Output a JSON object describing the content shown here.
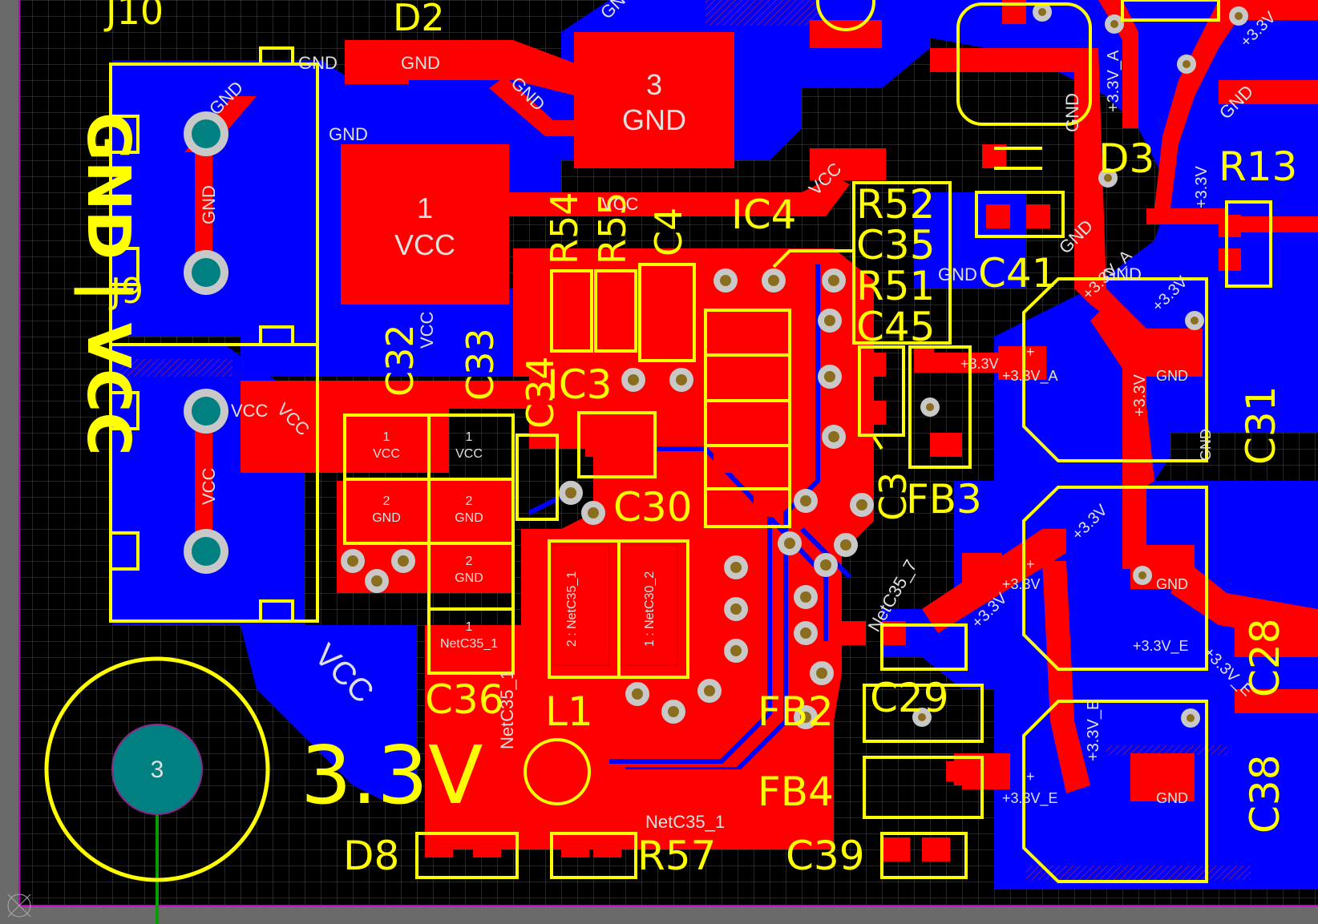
{
  "colors": {
    "background": "#000000",
    "grid": "#4a4a4a",
    "bottom_copper": "#0000ff",
    "top_copper": "#ff0000",
    "silkscreen": "#ffff00",
    "via_ring": "#c8c8c8",
    "via_hole": "#8a6d1e",
    "tht_pad": "#008080",
    "board_edge": "#c800c8",
    "outline_grey": "#808080"
  },
  "silk_labels": {
    "j10": "J10",
    "d2": "D2",
    "j9": "J9",
    "gnd_vcc_vertical": "GND | VCC",
    "r54": "R54",
    "r55": "R55",
    "c4": "C4",
    "ic4": "IC4",
    "r52": "R52",
    "c35": "C35",
    "r51": "R51",
    "c45": "C45",
    "c41": "C41",
    "d3": "D3",
    "r13": "R13",
    "c32": "C32",
    "c33": "C33",
    "c34": "C34",
    "ic3": "IC3",
    "c30": "C30",
    "c3": "C3",
    "fb3": "FB3",
    "c31": "C31",
    "c36": "C36",
    "l1": "L1",
    "fb2": "FB2",
    "c29": "C29",
    "c28": "C28",
    "voltage": "3.3V",
    "fb4": "FB4",
    "c38": "C38",
    "d8": "D8",
    "r57": "R57",
    "c39": "C39"
  },
  "pad_labels": {
    "pad3_num": "3",
    "pad3_net": "GND",
    "pad1_num": "1",
    "pad1_net": "VCC",
    "mount_hole": "3",
    "c32_p1_num": "1",
    "c32_p1_net": "VCC",
    "c32_p2_num": "2",
    "c32_p2_net": "GND",
    "c33_p1_num": "1",
    "c33_p1_net": "VCC",
    "c33_p2_num": "2",
    "c33_p2_net": "GND",
    "c36_p2_num": "2",
    "c36_p2_net": "GND",
    "c36_p1_num": "1",
    "c36_p1_net": "NetC35_1",
    "l1_p2": "2 : NetC35_1",
    "l1_p1": "1 : NetC30_2"
  },
  "net_labels": {
    "gnd": "GND",
    "vcc": "VCC",
    "netc35_1": "NetC35_1",
    "netc35_7": "NetC35_7",
    "v33": "+3.3V",
    "v33a": "+3.3V_A",
    "v33e": "+3.3V_E",
    "plus": "+"
  }
}
